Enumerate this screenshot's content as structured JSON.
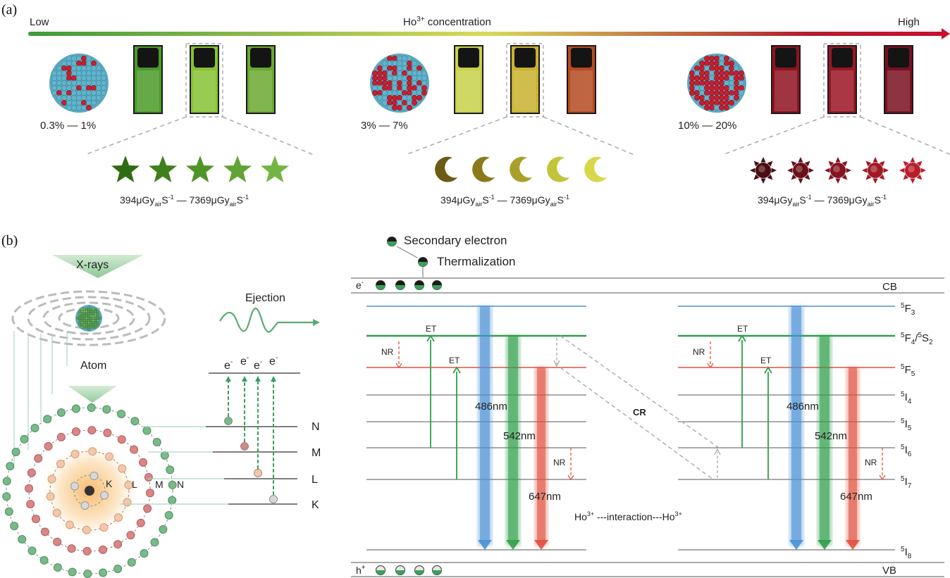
{
  "panel_a": {
    "label": "(a)",
    "scale_low": "Low",
    "scale_high": "High",
    "scale_title": "Ho",
    "scale_title_sup": "3+",
    "scale_title_rest": " concentration",
    "gradient_colors": [
      "#3f9a3a",
      "#d8da5a",
      "#b21e2e",
      "#c8102e"
    ],
    "groups": [
      {
        "range": "0.3% — 1%",
        "shape": "star",
        "vial_colors": [
          "#4a9a2a",
          "#86c233",
          "#6aa832"
        ],
        "symbol_colors": [
          "#2f6b12",
          "#3f7f1c",
          "#4f9426",
          "#61a434",
          "#74b442"
        ],
        "dose": {
          "a": "394μGy",
          "sub1": "air",
          "b": "S",
          "sup1": "-1",
          "dash": " — ",
          "c": "7369μGy",
          "sub2": "air",
          "d": "S",
          "sup2": "-1"
        }
      },
      {
        "range": "3% — 7%",
        "shape": "moon",
        "vial_colors": [
          "#c8d24a",
          "#c9b22e",
          "#b64a22"
        ],
        "symbol_colors": [
          "#6b5b14",
          "#8a7a1c",
          "#a8a02a",
          "#c2c43c",
          "#d6d84a"
        ],
        "dose": {
          "a": "394μGy",
          "sub1": "air",
          "b": "S",
          "sup1": "-1",
          "dash": " — ",
          "c": "7369μGy",
          "sub2": "air",
          "d": "S",
          "sup2": "-1"
        }
      },
      {
        "range": "10% — 20%",
        "shape": "sun",
        "vial_colors": [
          "#8e1220",
          "#9a1624",
          "#7a1020"
        ],
        "symbol_colors": [
          "#4a0c12",
          "#6a0f18",
          "#86131e",
          "#a01824",
          "#b81d2a"
        ],
        "dose": {
          "a": "394μGy",
          "sub1": "air",
          "b": "S",
          "sup1": "-1",
          "dash": " — ",
          "c": "7369μGy",
          "sub2": "air",
          "d": "S",
          "sup2": "-1"
        }
      }
    ]
  },
  "panel_b": {
    "label": "(b)",
    "xrays": "X-rays",
    "atom": "Atom",
    "ejection": "Ejection",
    "electron": "e",
    "electron_sup": "-",
    "shells": [
      "K",
      "L",
      "M",
      "N"
    ],
    "levels_right": [
      "N",
      "M",
      "L",
      "K"
    ],
    "secondary_electron": "Secondary electron",
    "thermalization": "Thermalization",
    "cb": "CB",
    "vb": "VB",
    "hole": "h",
    "hole_sup": "+",
    "energy_levels": [
      {
        "n": "5",
        "s": "F",
        "sub": "3"
      },
      {
        "n": "5",
        "s": "F",
        "sub": "4",
        "slash": "/",
        "n2": "5",
        "s2": "S",
        "sub2": "2"
      },
      {
        "n": "5",
        "s": "F",
        "sub": "5"
      },
      {
        "n": "5",
        "s": "I",
        "sub": "4"
      },
      {
        "n": "5",
        "s": "I",
        "sub": "5"
      },
      {
        "n": "5",
        "s": "I",
        "sub": "6"
      },
      {
        "n": "5",
        "s": "I",
        "sub": "7"
      },
      {
        "n": "5",
        "s": "I",
        "sub": "8"
      }
    ],
    "et": "ET",
    "nr": "NR",
    "cr": "CR",
    "emissions": [
      "486nm",
      "542nm",
      "647nm"
    ],
    "interaction": "Ho",
    "interaction_sup": "3+",
    "interaction_mid": " ---interaction---Ho",
    "interaction_sup2": "3+",
    "colors": {
      "blue": "#4a8fd6",
      "green": "#2f9e4a",
      "red": "#e0503c",
      "grey": "#888888"
    }
  }
}
